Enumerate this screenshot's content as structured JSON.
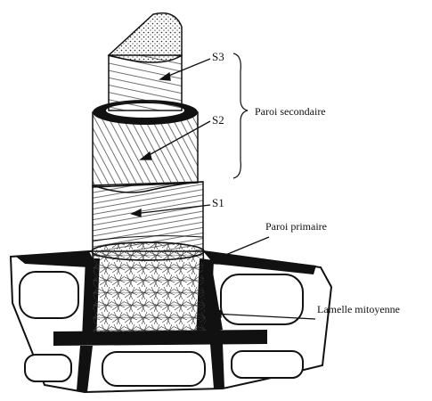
{
  "labels": {
    "s3": "S3",
    "s2": "S2",
    "s1": "S1",
    "paroi_secondaire": "Paroi secondaire",
    "paroi_primaire": "Paroi primaire",
    "lamelle_mitoyenne": "Lamelle mitoyenne"
  }
}
